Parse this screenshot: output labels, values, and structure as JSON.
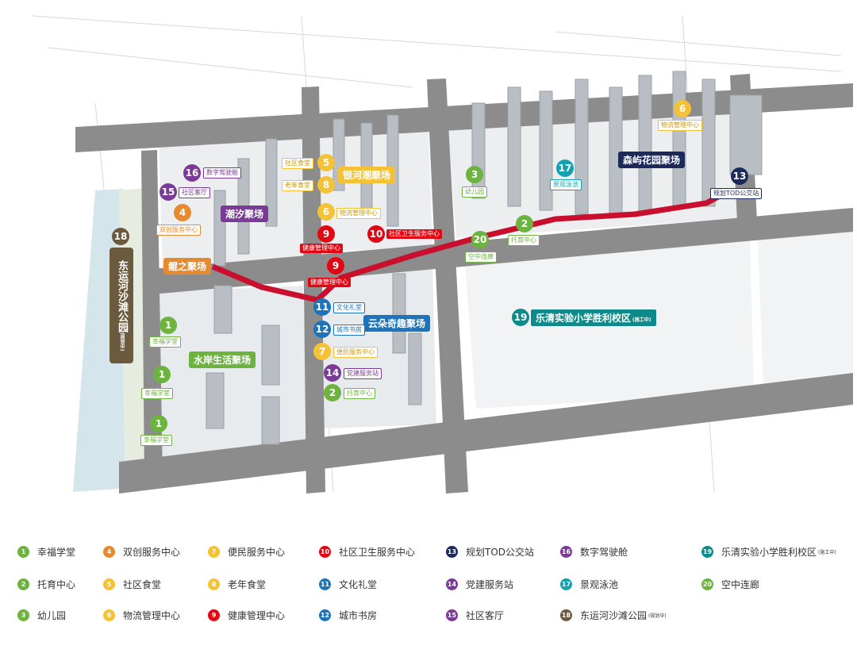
{
  "colors": {
    "green": "#6cb33f",
    "orange": "#e58a2e",
    "yellow": "#f5c235",
    "red": "#e30613",
    "navy": "#1c2a5b",
    "blue": "#1e74bb",
    "purple": "#7a3b97",
    "teal": "#13a2b0",
    "teal_dark": "#0e8a8a",
    "olive": "#6b5a3d",
    "road": "#8c8c8c",
    "walkway": "#c8102e"
  },
  "map": {
    "areas": {
      "chaoxi": "潮汐聚场",
      "yinhechao": "银河潮聚场",
      "senyu": "森屿花园聚场",
      "kunzhi": "鲲之聚场",
      "shuian": "水岸生活聚场",
      "yunduo": "云朵奇趣聚场",
      "school": "乐清实验小学胜利校区",
      "school_note": "(施工中)",
      "park": "东运河沙滩公园",
      "park_note": "(规划中)"
    },
    "pins": [
      {
        "num": "16",
        "label": "数字驾驶舱",
        "color": "purple"
      },
      {
        "num": "15",
        "label": "社区客厅",
        "color": "purple"
      },
      {
        "num": "4",
        "label": "双创服务中心",
        "color": "orange"
      },
      {
        "num": "18",
        "label": "",
        "color": "olive"
      },
      {
        "num": "5",
        "label": "社区食堂",
        "color": "yellow"
      },
      {
        "num": "8",
        "label": "老年食堂",
        "color": "yellow"
      },
      {
        "num": "6",
        "label": "物流管理中心",
        "color": "yellow"
      },
      {
        "num": "9",
        "label": "健康管理中心",
        "color": "red"
      },
      {
        "num": "10",
        "label": "社区卫生服务中心",
        "color": "red"
      },
      {
        "num": "9",
        "label": "健康管理中心",
        "color": "red"
      },
      {
        "num": "3",
        "label": "幼儿园",
        "color": "green"
      },
      {
        "num": "17",
        "label": "景观泳池",
        "color": "teal"
      },
      {
        "num": "6",
        "label": "物流管理中心",
        "color": "yellow"
      },
      {
        "num": "13",
        "label": "规划TOD公交站",
        "color": "navy"
      },
      {
        "num": "2",
        "label": "托育中心",
        "color": "green"
      },
      {
        "num": "20",
        "label": "空中连廊",
        "color": "green"
      },
      {
        "num": "11",
        "label": "文化礼堂",
        "color": "blue"
      },
      {
        "num": "12",
        "label": "城市书房",
        "color": "blue"
      },
      {
        "num": "7",
        "label": "便民服务中心",
        "color": "yellow"
      },
      {
        "num": "14",
        "label": "党建服务站",
        "color": "purple"
      },
      {
        "num": "2",
        "label": "托育中心",
        "color": "green"
      },
      {
        "num": "1",
        "label": "幸福学堂",
        "color": "green"
      },
      {
        "num": "1",
        "label": "幸福学堂",
        "color": "green"
      },
      {
        "num": "1",
        "label": "幸福学堂",
        "color": "green"
      },
      {
        "num": "19",
        "label": "",
        "color": "teal_dark"
      }
    ]
  },
  "legend": [
    {
      "num": "1",
      "label": "幸福学堂",
      "note": "",
      "color": "green"
    },
    {
      "num": "4",
      "label": "双创服务中心",
      "note": "",
      "color": "orange"
    },
    {
      "num": "7",
      "label": "便民服务中心",
      "note": "",
      "color": "yellow"
    },
    {
      "num": "10",
      "label": "社区卫生服务中心",
      "note": "",
      "color": "red"
    },
    {
      "num": "13",
      "label": "规划TOD公交站",
      "note": "",
      "color": "navy"
    },
    {
      "num": "16",
      "label": "数字驾驶舱",
      "note": "",
      "color": "purple"
    },
    {
      "num": "19",
      "label": "乐清实验小学胜利校区",
      "note": "(施工中)",
      "color": "teal_dark"
    },
    {
      "num": "2",
      "label": "托育中心",
      "note": "",
      "color": "green"
    },
    {
      "num": "5",
      "label": "社区食堂",
      "note": "",
      "color": "yellow"
    },
    {
      "num": "8",
      "label": "老年食堂",
      "note": "",
      "color": "yellow"
    },
    {
      "num": "11",
      "label": "文化礼堂",
      "note": "",
      "color": "blue"
    },
    {
      "num": "14",
      "label": "党建服务站",
      "note": "",
      "color": "purple"
    },
    {
      "num": "17",
      "label": "景观泳池",
      "note": "",
      "color": "teal"
    },
    {
      "num": "20",
      "label": "空中连廊",
      "note": "",
      "color": "green"
    },
    {
      "num": "3",
      "label": "幼儿园",
      "note": "",
      "color": "green"
    },
    {
      "num": "6",
      "label": "物流管理中心",
      "note": "",
      "color": "yellow"
    },
    {
      "num": "9",
      "label": "健康管理中心",
      "note": "",
      "color": "red"
    },
    {
      "num": "12",
      "label": "城市书房",
      "note": "",
      "color": "blue"
    },
    {
      "num": "15",
      "label": "社区客厅",
      "note": "",
      "color": "purple"
    },
    {
      "num": "18",
      "label": "东运河沙滩公园",
      "note": "(规划中)",
      "color": "olive"
    }
  ]
}
